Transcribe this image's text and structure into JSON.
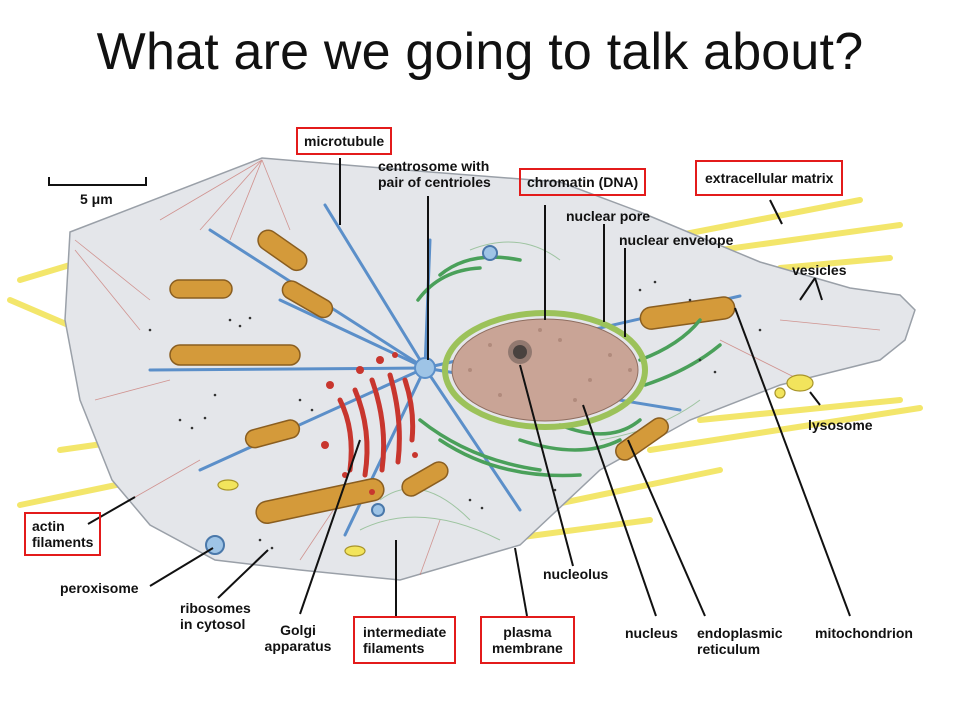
{
  "slide": {
    "title": "What are we going to talk about?"
  },
  "scale_bar": {
    "label": "5 μm"
  },
  "labels": {
    "microtubule": "microtubule",
    "centrosome": "centrosome with\npair of centrioles",
    "chromatin": "chromatin (DNA)",
    "nuclear_pore": "nuclear pore",
    "extracellular_matrix": "extracellular matrix",
    "nuclear_envelope": "nuclear envelope",
    "vesicles": "vesicles",
    "lysosome": "lysosome",
    "actin_filaments": "actin\nfilaments",
    "peroxisome": "peroxisome",
    "ribosomes": "ribosomes\nin cytosol",
    "golgi": "Golgi\napparatus",
    "intermediate_filaments": "intermediate\nfilaments",
    "plasma_membrane": "plasma\nmembrane",
    "nucleolus": "nucleolus",
    "nucleus": "nucleus",
    "er": "endoplasmic\nreticulum",
    "mitochondrion": "mitochondrion"
  },
  "colors": {
    "highlight_box": "#e31b1b",
    "cell_fill": "#e4e6ea",
    "microtubule": "#5b8fc9",
    "mitochondria": "#d49a3a",
    "nucleus_fill": "#c9a496",
    "nuclear_envelope": "#9cc25a",
    "er": "#4aa05a",
    "golgi": "#c8362e",
    "ecm": "#f2e45c"
  }
}
